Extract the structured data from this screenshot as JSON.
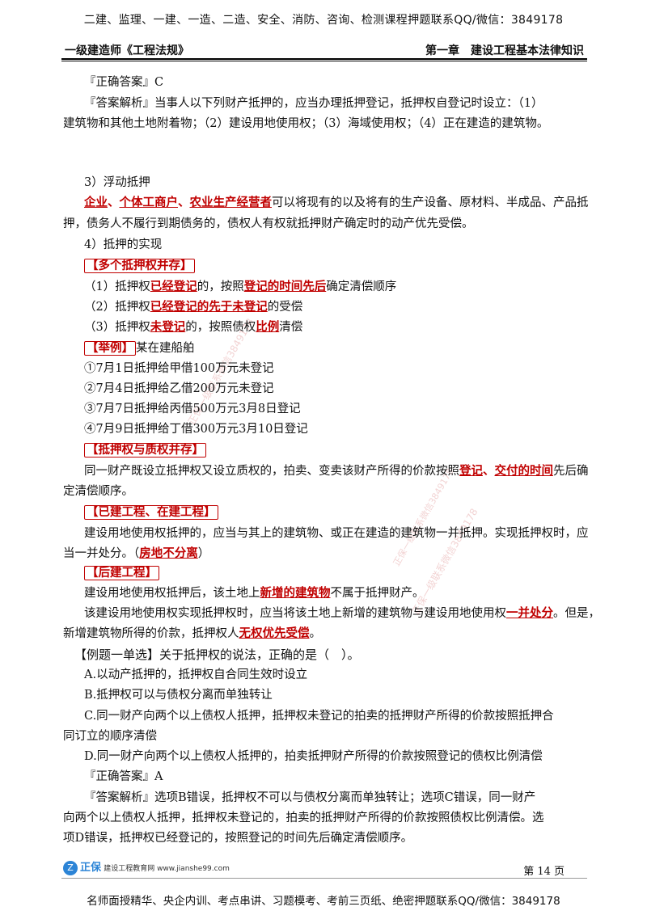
{
  "banner_top": "二建、监理、一建、一造、二造、安全、消防、咨询、检测课程押题联系QQ/微信：3849178",
  "header": {
    "left": "一级建造师《工程法规》",
    "right": "第一章　建设工程基本法律知识"
  },
  "content": {
    "prev_answer": "『正确答案』C",
    "prev_analysis_1": "『答案解析』当事人以下列财产抵押的，应当办理抵押登记，抵押权自登记时设立：（1）",
    "prev_analysis_2": "建筑物和其他土地附着物；（2）建设用地使用权；（3）海域使用权；（4）正在建造的建筑物。",
    "s3_title": "3）浮动抵押",
    "s3_p1_a": "企业",
    "s3_p1_b": "、",
    "s3_p1_c": "个体工商户",
    "s3_p1_d": "、",
    "s3_p1_e": "农业生产经营者",
    "s3_p1_f": "可以将现有的以及将有的生产设备、原材料、半成品、产品抵",
    "s3_p2": "押，债务人不履行到期债务的，债权人有权就抵押财产确定时的动产优先受偿。",
    "s4_title": "4）抵押的实现",
    "box_multi": "【多个抵押权并存】",
    "r1_a": "（1）抵押权",
    "r1_b": "已经登记",
    "r1_c": "的，按照",
    "r1_d": "登记的时间先后",
    "r1_e": "确定清偿顺序",
    "r2_a": "（2）抵押权",
    "r2_b": "已经登记的先于未登记",
    "r2_c": "的受偿",
    "r3_a": "（3）抵押权",
    "r3_b": "未登记",
    "r3_c": "的，按照债权",
    "r3_d": "比例",
    "r3_e": "清偿",
    "box_example": "【举例】",
    "example_text": "某在建船舶",
    "ex1": "①7月1日抵押给甲借100万元未登记",
    "ex2": "②7月4日抵押给乙借200万元未登记",
    "ex3": "③7月7日抵押给丙借500万元3月8日登记",
    "ex4": "④7月9日抵押给丁借300万元3月10日登记",
    "box_pledge": "【抵押权与质权并存】",
    "pledge_a": "同一财产既设立抵押权又设立质权的，拍卖、变卖该财产所得的价款按照",
    "pledge_b": "登记",
    "pledge_c": "、",
    "pledge_d": "交付的时间",
    "pledge_e": "先后确",
    "pledge_2": "定清偿顺序。",
    "box_built": "【已建工程、在建工程】",
    "built_1": "建设用地使用权抵押的，应当与其上的建筑物、或正在建造的建筑物一并抵押。实现抵押权时，应",
    "built_2a": "当一并处分。（",
    "built_2b": "房地不分离",
    "built_2c": "）",
    "box_after": "【后建工程】",
    "after_1a": "建设用地使用权抵押后，该土地上",
    "after_1b": "新增的建筑物",
    "after_1c": "不属于抵押财产。",
    "after_2a": "该建设用地使用权实现抵押权时，应当将该土地上新增的建筑物与建设用地使用权",
    "after_2b": "一并处分",
    "after_2c": "。但是，",
    "after_3a": "新增建筑物所得的价款，抵押权人",
    "after_3b": "无权优先受偿",
    "after_3c": "。",
    "q_title": "【例题一单选】关于抵押权的说法，正确的是（　）。",
    "opt_a": "A.以动产抵押的，抵押权自合同生效时设立",
    "opt_b": "B.抵押权可以与债权分离而单独转让",
    "opt_c1": "C.同一财产向两个以上债权人抵押，抵押权未登记的拍卖的抵押财产所得的价款按照抵押合",
    "opt_c2": "同订立的顺序清偿",
    "opt_d": "D.同一财产向两个以上债权人抵押的，拍卖抵押财产所得的价款按照登记的债权比例清偿",
    "answer": "『正确答案』A",
    "analysis_1": "『答案解析』选项B错误，抵押权不可以与债权分离而单独转让；选项C错误，同一财产",
    "analysis_2": "向两个以上债权人抵押，抵押权未登记的，拍卖的抵押财产所得的价款按照债权比例清偿。选",
    "analysis_3": "项D错误，抵押权已经登记的，按照登记的时间先后确定清偿顺序。"
  },
  "watermarks": [
    "正保一级联系微信3849178",
    "正保一级联系微信3849178",
    "正保一级联系微信3849178"
  ],
  "footer": {
    "logo_text": "正保",
    "logo_sub": "建设工程教育网 www.jianshe99.com",
    "page": "第 14 页",
    "banner_bottom": "名师面授精华、央企内训、考点串讲、习题模考、考前三页纸、绝密押题联系QQ/微信：3849178"
  }
}
